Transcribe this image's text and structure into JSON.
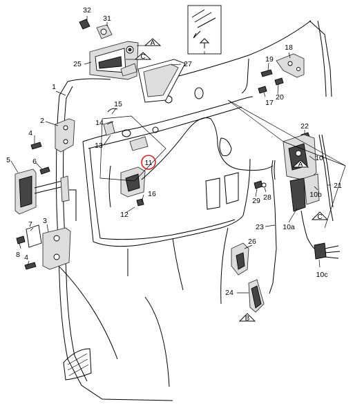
{
  "callouts": {
    "p1": "1",
    "p2": "2",
    "p3": "3",
    "p4a": "4",
    "p4b": "4",
    "p5": "5",
    "p6": "6",
    "p7": "7",
    "p8": "8",
    "p10": "10",
    "p10a": "10a",
    "p10b": "10b",
    "p10c": "10c",
    "p11": "11",
    "p12": "12",
    "p13": "13",
    "p14": "14",
    "p15": "15",
    "p16": "16",
    "p17": "17",
    "p18": "18",
    "p19": "19",
    "p20": "20",
    "p21": "21",
    "p22": "22",
    "p23": "23",
    "p24": "24",
    "p25": "25",
    "p26": "26",
    "p27": "27",
    "p28": "28",
    "p29": "29",
    "p31": "31",
    "p32": "32"
  },
  "ref_markers": {
    "A1": "A",
    "C1": "C",
    "A2": "A",
    "C2": "C",
    "B": "B"
  },
  "highlight": {
    "part": "11",
    "color": "#cc2222"
  }
}
